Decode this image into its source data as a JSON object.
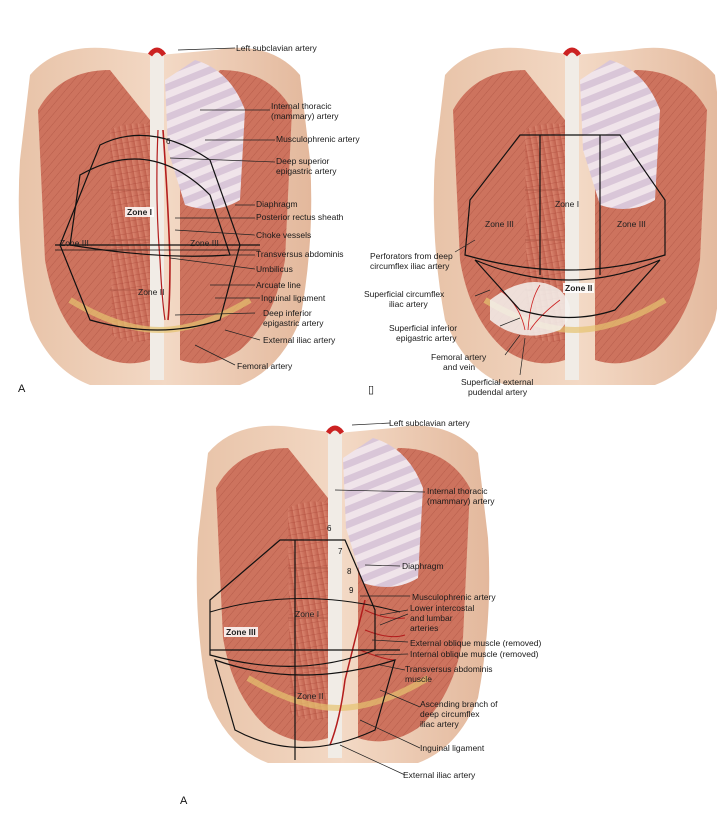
{
  "panel_a": {
    "letter": "A",
    "zones": {
      "zone_1": "Zone I",
      "zone_2": "Zone II",
      "zone_3_left": "Zone III",
      "zone_3_right": "Zone III"
    },
    "rib_number": "6",
    "labels": {
      "left_subclavian": "Left subclavian artery",
      "internal_thoracic_1": "Internal thoracic",
      "internal_thoracic_2": "(mammary) artery",
      "musculophrenic": "Musculophrenic artery",
      "deep_superior_1": "Deep superior",
      "deep_superior_2": "epigastric artery",
      "diaphragm": "Diaphragm",
      "posterior_rectus": "Posterior rectus sheath",
      "choke": "Choke vessels",
      "transversus": "Transversus abdominis",
      "umbilicus": "Umbilicus",
      "arcuate": "Arcuate line",
      "inguinal": "Inguinal ligament",
      "deep_inferior_1": "Deep inferior",
      "deep_inferior_2": "epigastric artery",
      "external_iliac": "External iliac artery",
      "femoral": "Femoral artery"
    }
  },
  "panel_b": {
    "letter": "▯",
    "zones": {
      "zone_1": "Zone I",
      "zone_2": "Zone II",
      "zone_3_left": "Zone III",
      "zone_3_right": "Zone III"
    },
    "labels": {
      "perforators_1": "Perforators from deep",
      "perforators_2": "circumflex iliac artery",
      "sup_circumflex_1": "Superficial circumflex",
      "sup_circumflex_2": "iliac artery",
      "sup_inferior_1": "Superficial inferior",
      "sup_inferior_2": "epigastric artery",
      "femoral_1": "Femoral artery",
      "femoral_2": "and vein",
      "sup_pudendal_1": "Superficial external",
      "sup_pudendal_2": "pudendal artery"
    }
  },
  "panel_c": {
    "letter": "A",
    "zones": {
      "zone_1": "Zone I",
      "zone_2": "Zone II",
      "zone_3": "Zone III"
    },
    "rib_numbers": [
      "6",
      "7",
      "8",
      "9"
    ],
    "labels": {
      "left_subclavian": "Left subclavian artery",
      "internal_thoracic_1": "Internal thoracic",
      "internal_thoracic_2": "(mammary) artery",
      "diaphragm": "Diaphragm",
      "musculophrenic": "Musculophrenic artery",
      "lower_intercostal_1": "Lower intercostal",
      "lower_intercostal_2": "and lumbar",
      "lower_intercostal_3": "arteries",
      "ext_oblique": "External oblique muscle (removed)",
      "int_oblique": "Internal oblique muscle (removed)",
      "transversus_1": "Transversus abdominis",
      "transversus_2": "muscle",
      "ascending_1": "Ascending branch of",
      "ascending_2": "deep circumflex",
      "ascending_3": "iliac artery",
      "inguinal": "Inguinal ligament",
      "external_iliac": "External iliac artery"
    }
  }
}
